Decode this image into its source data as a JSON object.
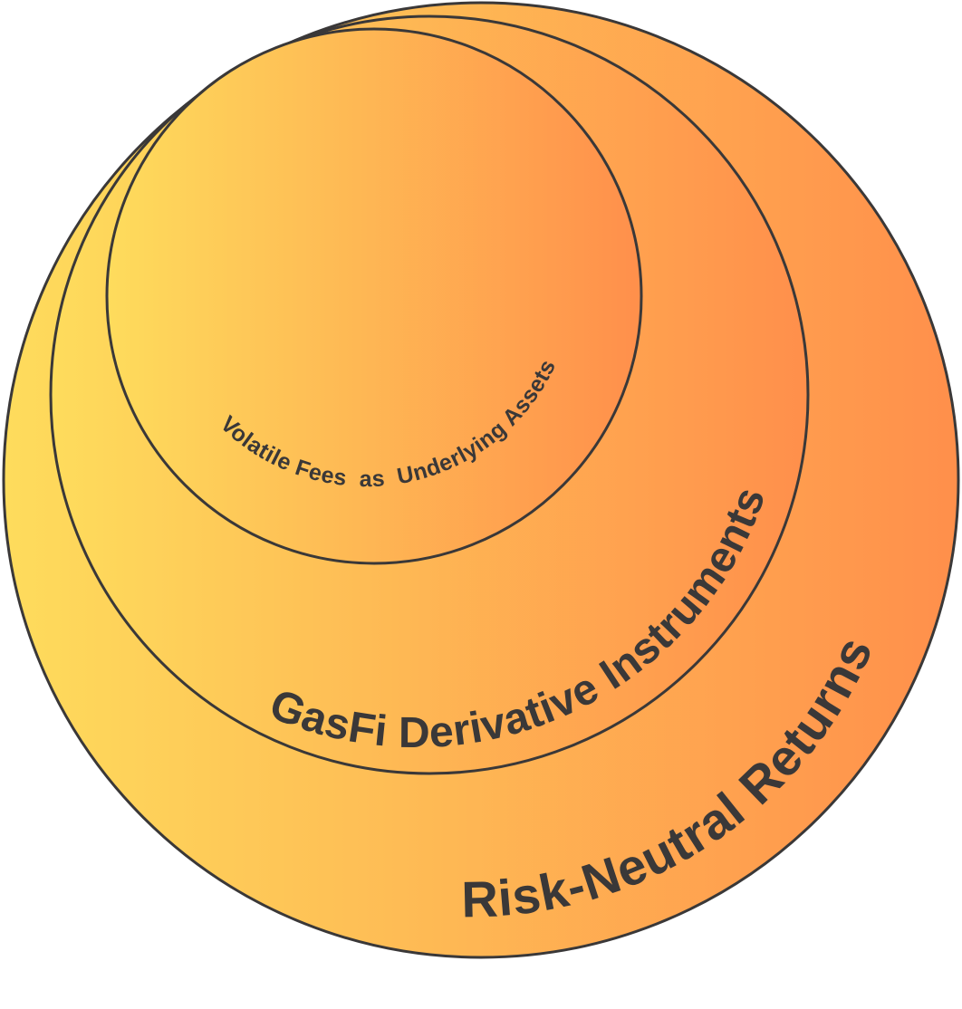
{
  "diagram": {
    "type": "nested-circles",
    "outer": {
      "label": "Risk-Neutral Returns"
    },
    "middle": {
      "label": "GasFi Derivative Instruments"
    },
    "inner": {
      "label": "Volatile Fees  as  Underlying Assets"
    }
  },
  "colors": {
    "gradient_start": "#fedc5c",
    "gradient_end": "#ff8f4b",
    "outline": "#3a3838",
    "text": "#3a3838"
  }
}
